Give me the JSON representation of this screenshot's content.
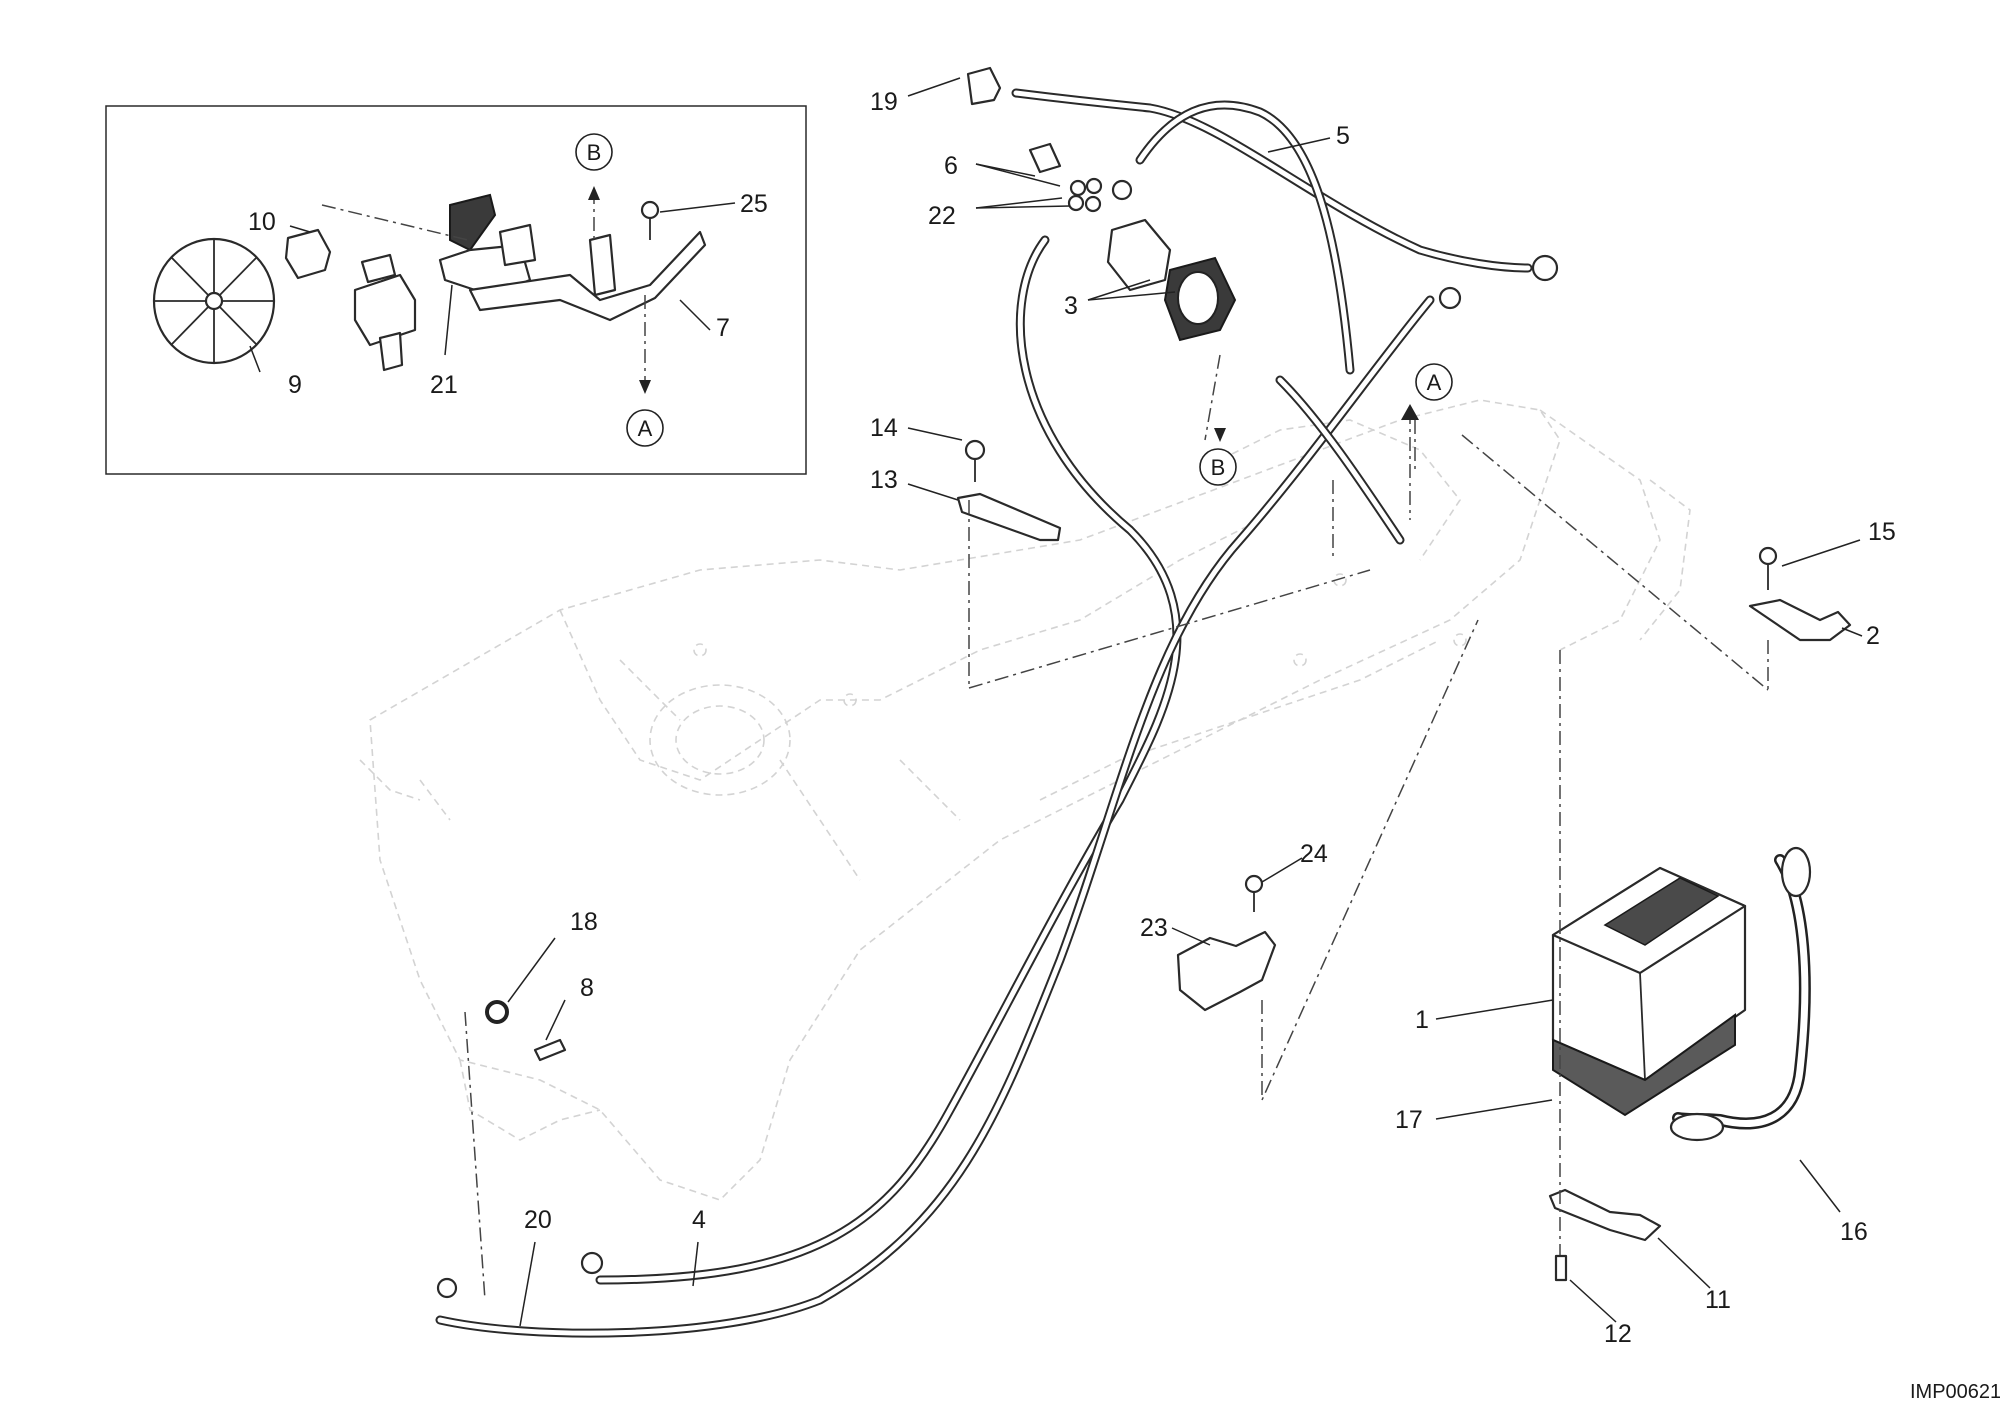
{
  "diagram": {
    "image_code": "IMP00621",
    "reference_a": "A",
    "reference_b": "B",
    "inset": {
      "callouts": [
        "10",
        "9",
        "21",
        "7",
        "25"
      ],
      "references": [
        "B",
        "A"
      ]
    },
    "callouts": [
      "19",
      "6",
      "22",
      "5",
      "3",
      "14",
      "13",
      "15",
      "2",
      "24",
      "23",
      "18",
      "8",
      "1",
      "17",
      "20",
      "4",
      "16",
      "11",
      "12"
    ]
  }
}
